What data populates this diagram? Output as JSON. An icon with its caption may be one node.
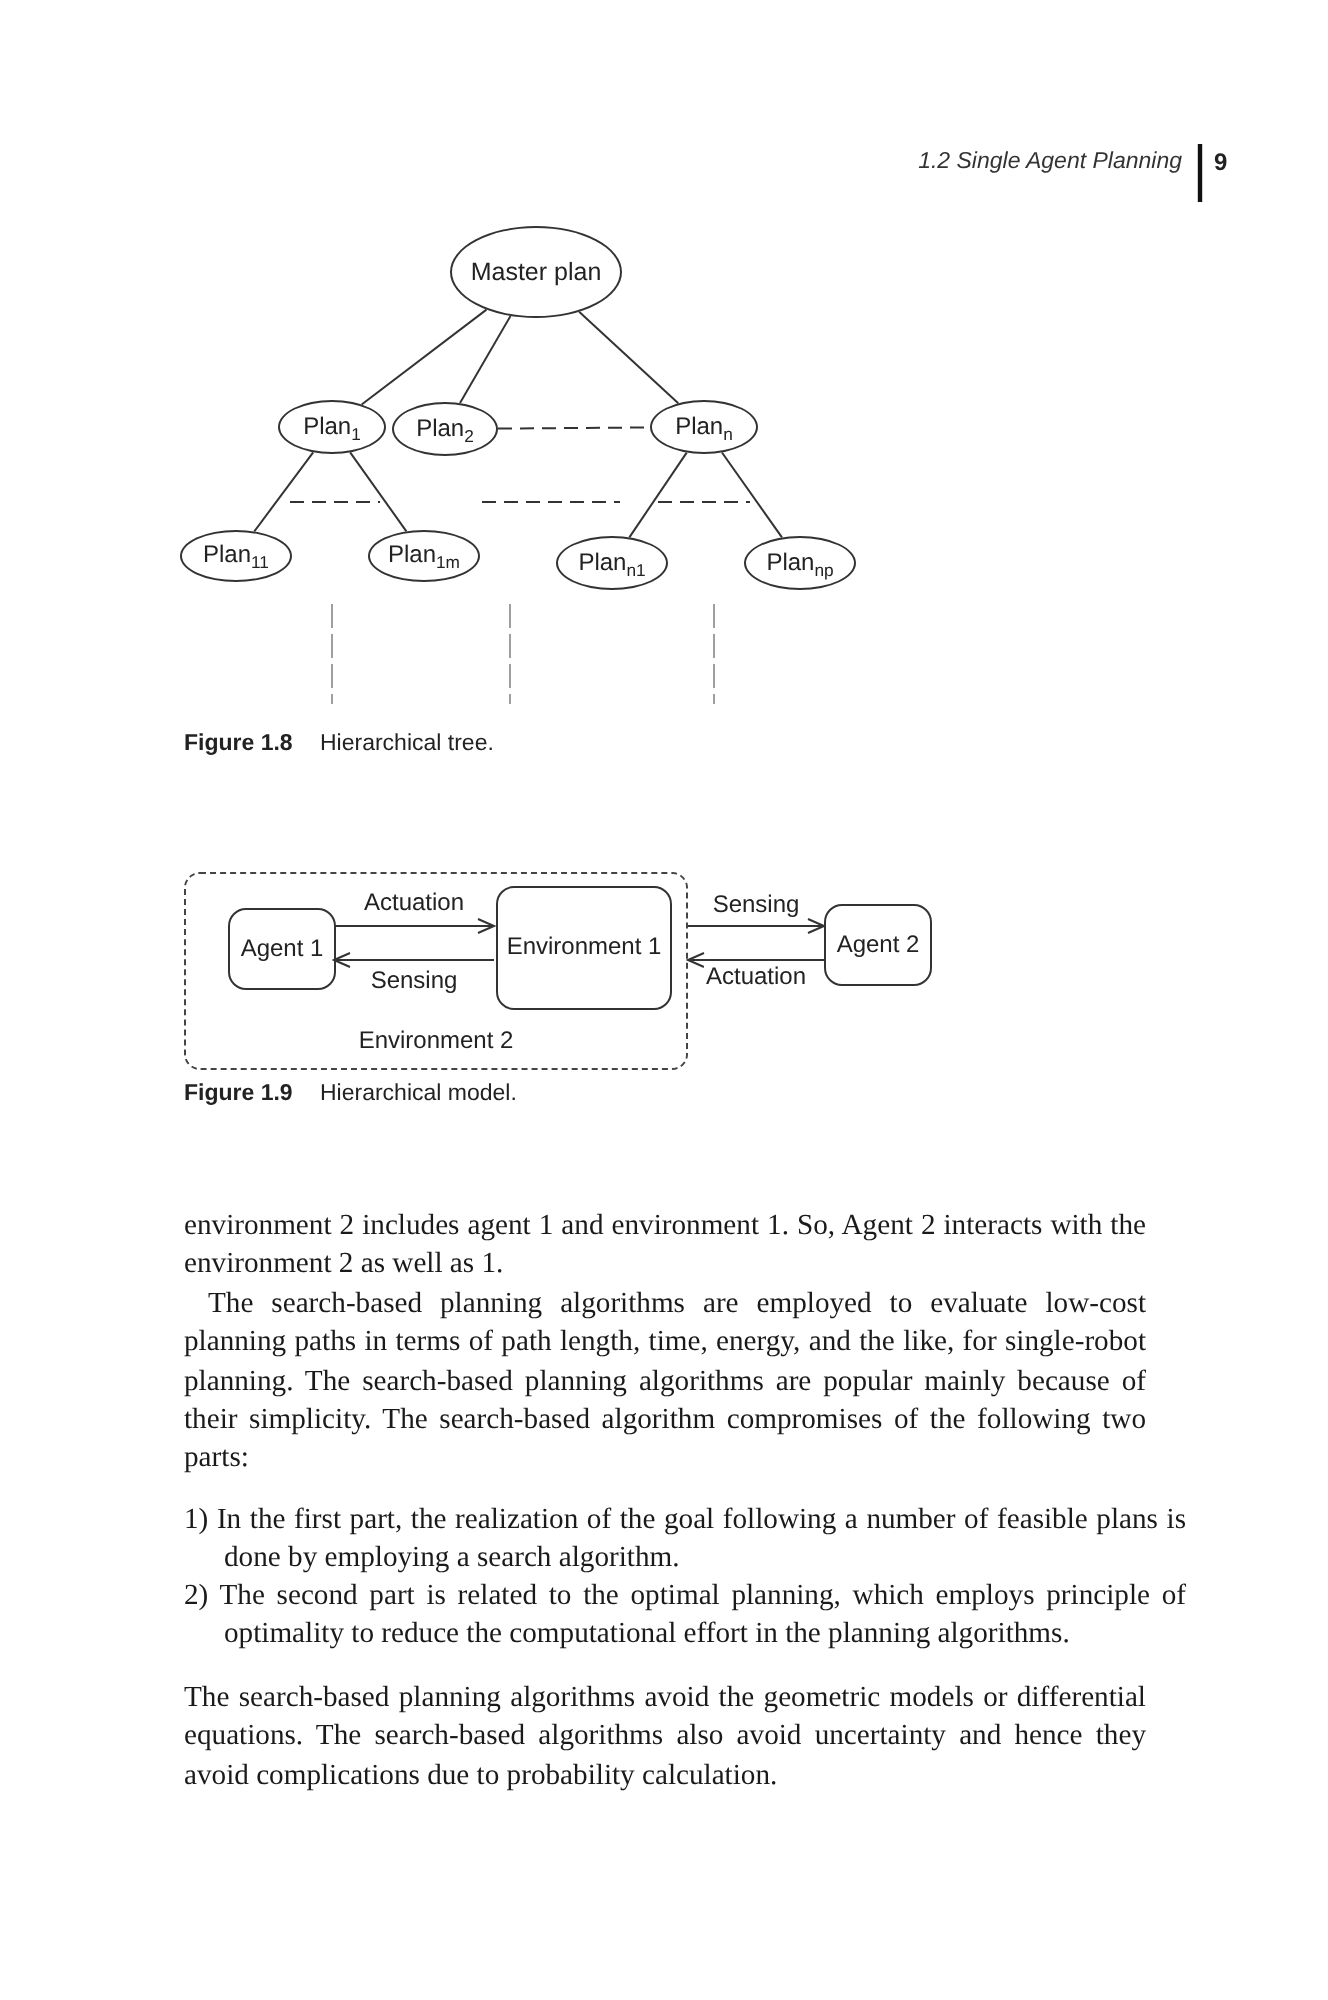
{
  "diagram": {
    "nodes": [
      {
        "text": [
          "Master plan"
        ]
      },
      {
        "text": [
          "Plan$_{1}$"
        ]
      },
      {
        "text": [
          "Plan$_{2}$"
        ]
      },
      {
        "text": [
          "Plan$_{n}$"
        ]
      },
      {
        "text": [
          "Plan$_{11}$"
        ]
      },
      {
        "text": [
          "Plan$_{1m}$"
        ]
      },
      {
        "text": [
          "Plan$_{n1}$"
        ]
      },
      {
        "text": [
          "Plan$_{np}$"
        ]
      },
      {
        "text": [
          "Environment 2"
        ]
      },
      {
        "text": [
          "Agent 1"
        ],
        "in": 8
      },
      {
        "text": [
          "Environment 1"
        ],
        "in": 8
      },
      {
        "text": [
          "Agent 2"
        ]
      }
    ],
    "edges": [
      {
        "from": 0,
        "to": 1,
        "arrow": "none"
      },
      {
        "from": 0,
        "to": 2,
        "arrow": "none"
      },
      {
        "from": 0,
        "to": 3,
        "arrow": "none"
      },
      {
        "from": 2,
        "to": 3,
        "arrow": "none",
        "style": "dashed"
      },
      {
        "from": 1,
        "to": 4,
        "arrow": "none"
      },
      {
        "from": 1,
        "to": 5,
        "arrow": "none"
      },
      {
        "from": 3,
        "to": 6,
        "arrow": "none"
      },
      {
        "from": 3,
        "to": 7,
        "arrow": "none"
      },
      {
        "from": 9,
        "to": 10,
        "arrow": "to",
        "label": "Actuation"
      },
      {
        "from": 10,
        "to": 9,
        "arrow": "to",
        "label": "Sensing"
      },
      {
        "from": 8,
        "to": 11,
        "arrow": "to",
        "label": "Sensing"
      },
      {
        "from": 11,
        "to": 8,
        "arrow": "to",
        "label": "Actuation"
      }
    ],
    "labels": [
      "1.2 Single Agent Planning",
      "9",
      "Figure 1.8",
      "Hierarchical tree.",
      "Figure 1.9",
      "Hierarchical model.",
      "environment 2 includes agent 1 and environment 1. So, Agent 2 interacts with the environment 2 as well as 1.",
      "The search-based planning algorithms are employed to evaluate low-cost planning paths in terms of path length, time, energy, and the like, for single-robot planning. The search-based planning algorithms are popular mainly because of their simplicity. The search-based algorithm compromises of the following two parts:",
      "1) In the first part, the realization of the goal following a number of feasible plans is done by employing a search algorithm.",
      "2) The second part is related to the optimal planning, which employs principle of optimality to reduce the computational effort in the planning algorithms.",
      "The search-based planning algorithms avoid the geometric models or differential equations. The search-based algorithms also avoid uncertainty and hence they avoid complications due to probability calculation."
    ]
  }
}
